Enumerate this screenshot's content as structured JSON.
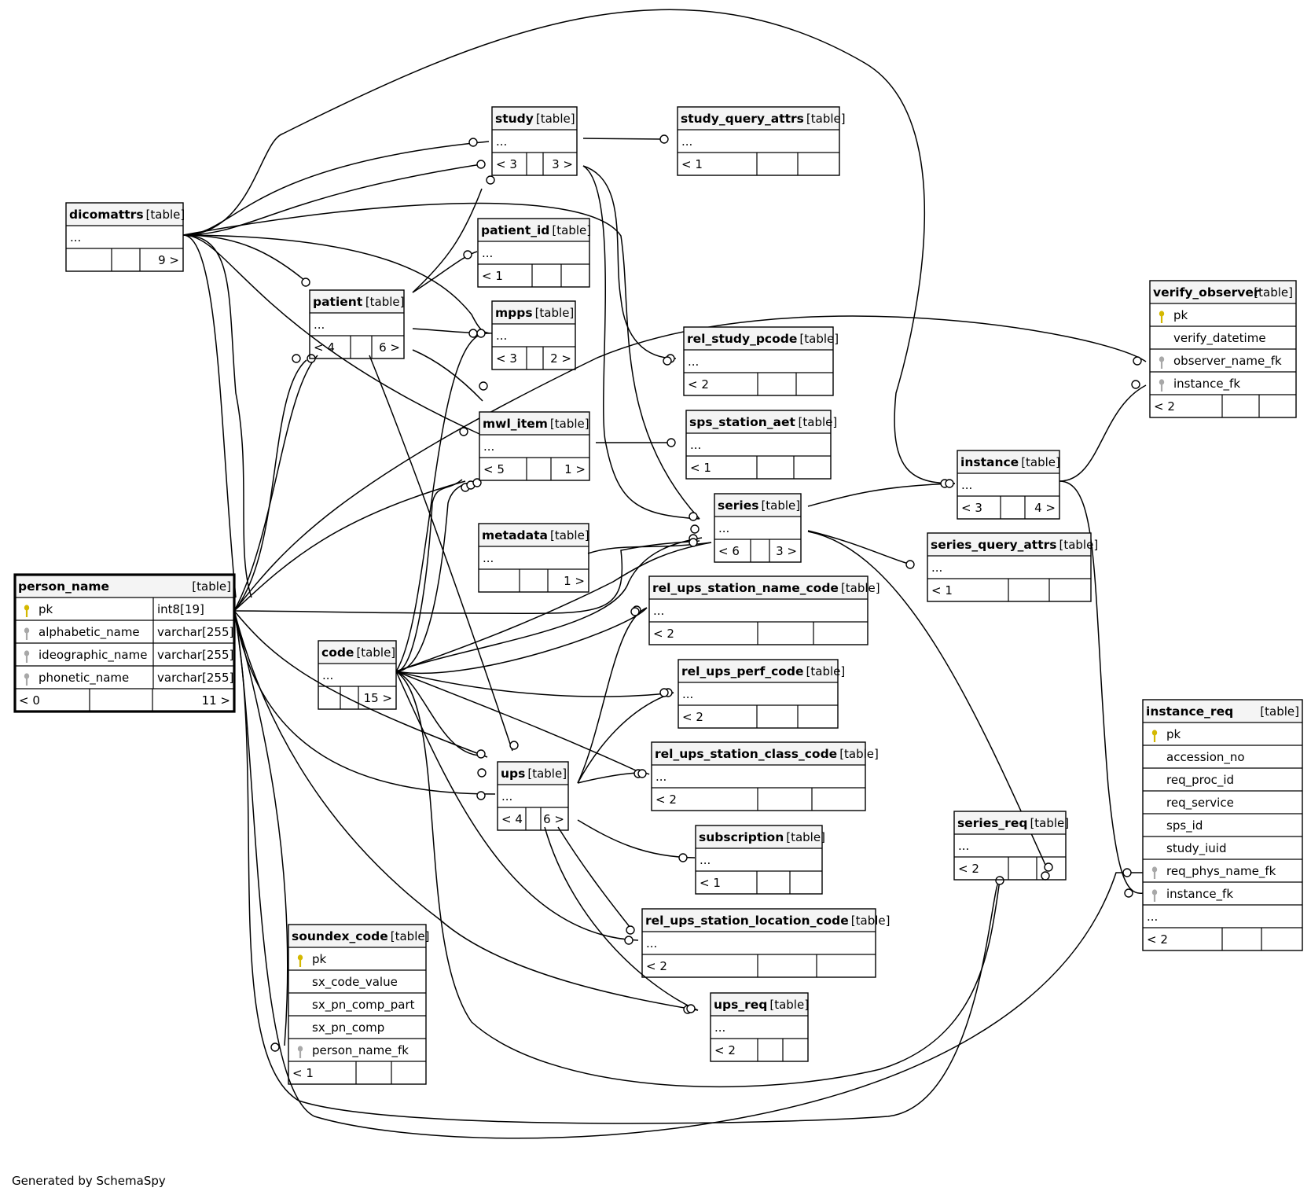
{
  "footer": "Generated by SchemaSpy",
  "tag_text": "[table]",
  "icons": {
    "primary_key": {
      "name": "primary-key-icon",
      "color": "#d4b800"
    },
    "foreign_key": {
      "name": "foreign-key-icon",
      "color": "#a8a8a8"
    }
  },
  "tables": [
    {
      "id": "study",
      "name": "study",
      "cols": [
        {
          "name": "..."
        }
      ],
      "footer": [
        "< 3",
        "",
        "3 >"
      ]
    },
    {
      "id": "study_query_attrs",
      "name": "study_query_attrs",
      "cols": [
        {
          "name": "..."
        }
      ],
      "footer": [
        "< 1",
        "",
        ""
      ]
    },
    {
      "id": "dicomattrs",
      "name": "dicomattrs",
      "cols": [
        {
          "name": "..."
        }
      ],
      "footer": [
        "",
        "",
        "9 >"
      ]
    },
    {
      "id": "patient_id",
      "name": "patient_id",
      "cols": [
        {
          "name": "..."
        }
      ],
      "footer": [
        "< 1",
        "",
        ""
      ]
    },
    {
      "id": "patient",
      "name": "patient",
      "cols": [
        {
          "name": "..."
        }
      ],
      "footer": [
        "< 4",
        "",
        "6 >"
      ]
    },
    {
      "id": "mpps",
      "name": "mpps",
      "cols": [
        {
          "name": "..."
        }
      ],
      "footer": [
        "< 3",
        "",
        "2 >"
      ]
    },
    {
      "id": "rel_study_pcode",
      "name": "rel_study_pcode",
      "cols": [
        {
          "name": "..."
        }
      ],
      "footer": [
        "< 2",
        "",
        ""
      ]
    },
    {
      "id": "verify_observer",
      "name": "verify_observer",
      "cols": [
        {
          "name": "pk",
          "key": "pk"
        },
        {
          "name": "verify_datetime"
        },
        {
          "name": "observer_name_fk",
          "key": "fk"
        },
        {
          "name": "instance_fk",
          "key": "fk"
        }
      ],
      "footer": [
        "< 2",
        "",
        ""
      ]
    },
    {
      "id": "mwl_item",
      "name": "mwl_item",
      "cols": [
        {
          "name": "..."
        }
      ],
      "footer": [
        "< 5",
        "",
        "1 >"
      ]
    },
    {
      "id": "sps_station_aet",
      "name": "sps_station_aet",
      "cols": [
        {
          "name": "..."
        }
      ],
      "footer": [
        "< 1",
        "",
        ""
      ]
    },
    {
      "id": "instance",
      "name": "instance",
      "cols": [
        {
          "name": "..."
        }
      ],
      "footer": [
        "< 3",
        "",
        "4 >"
      ]
    },
    {
      "id": "series",
      "name": "series",
      "cols": [
        {
          "name": "..."
        }
      ],
      "footer": [
        "< 6",
        "",
        "3 >"
      ]
    },
    {
      "id": "metadata",
      "name": "metadata",
      "cols": [
        {
          "name": "..."
        }
      ],
      "footer": [
        "",
        "",
        "1 >"
      ]
    },
    {
      "id": "series_query_attrs",
      "name": "series_query_attrs",
      "cols": [
        {
          "name": "..."
        }
      ],
      "footer": [
        "< 1",
        "",
        ""
      ]
    },
    {
      "id": "person_name",
      "name": "person_name",
      "cols": [
        {
          "name": "pk",
          "type": "int8[19]",
          "key": "pk"
        },
        {
          "name": "alphabetic_name",
          "type": "varchar[255]",
          "key": "fk"
        },
        {
          "name": "ideographic_name",
          "type": "varchar[255]",
          "key": "fk"
        },
        {
          "name": "phonetic_name",
          "type": "varchar[255]",
          "key": "fk"
        }
      ],
      "footer": [
        "< 0",
        "",
        "11 >"
      ]
    },
    {
      "id": "rel_ups_station_name_code",
      "name": "rel_ups_station_name_code",
      "cols": [
        {
          "name": "..."
        }
      ],
      "footer": [
        "< 2",
        "",
        ""
      ]
    },
    {
      "id": "code",
      "name": "code",
      "cols": [
        {
          "name": "..."
        }
      ],
      "footer": [
        "",
        "",
        "15 >"
      ]
    },
    {
      "id": "rel_ups_perf_code",
      "name": "rel_ups_perf_code",
      "cols": [
        {
          "name": "..."
        }
      ],
      "footer": [
        "< 2",
        "",
        ""
      ]
    },
    {
      "id": "instance_req",
      "name": "instance_req",
      "cols": [
        {
          "name": "pk",
          "key": "pk"
        },
        {
          "name": "accession_no"
        },
        {
          "name": "req_proc_id"
        },
        {
          "name": "req_service"
        },
        {
          "name": "sps_id"
        },
        {
          "name": "study_iuid"
        },
        {
          "name": "req_phys_name_fk",
          "key": "fk"
        },
        {
          "name": "instance_fk",
          "key": "fk"
        },
        {
          "name": "..."
        }
      ],
      "footer": [
        "< 2",
        "",
        ""
      ]
    },
    {
      "id": "ups",
      "name": "ups",
      "cols": [
        {
          "name": "..."
        }
      ],
      "footer": [
        "< 4",
        "",
        "6 >"
      ]
    },
    {
      "id": "rel_ups_station_class_code",
      "name": "rel_ups_station_class_code",
      "cols": [
        {
          "name": "..."
        }
      ],
      "footer": [
        "< 2",
        "",
        ""
      ]
    },
    {
      "id": "series_req",
      "name": "series_req",
      "cols": [
        {
          "name": "..."
        }
      ],
      "footer": [
        "< 2",
        "",
        ""
      ]
    },
    {
      "id": "subscription",
      "name": "subscription",
      "cols": [
        {
          "name": "..."
        }
      ],
      "footer": [
        "< 1",
        "",
        ""
      ]
    },
    {
      "id": "rel_ups_station_location_code",
      "name": "rel_ups_station_location_code",
      "cols": [
        {
          "name": "..."
        }
      ],
      "footer": [
        "< 2",
        "",
        ""
      ]
    },
    {
      "id": "soundex_code",
      "name": "soundex_code",
      "cols": [
        {
          "name": "pk",
          "key": "pk"
        },
        {
          "name": "sx_code_value"
        },
        {
          "name": "sx_pn_comp_part"
        },
        {
          "name": "sx_pn_comp"
        },
        {
          "name": "person_name_fk",
          "key": "fk"
        }
      ],
      "footer": [
        "< 1",
        "",
        ""
      ]
    },
    {
      "id": "ups_req",
      "name": "ups_req",
      "cols": [
        {
          "name": "..."
        }
      ],
      "footer": [
        "< 2",
        "",
        ""
      ]
    }
  ]
}
